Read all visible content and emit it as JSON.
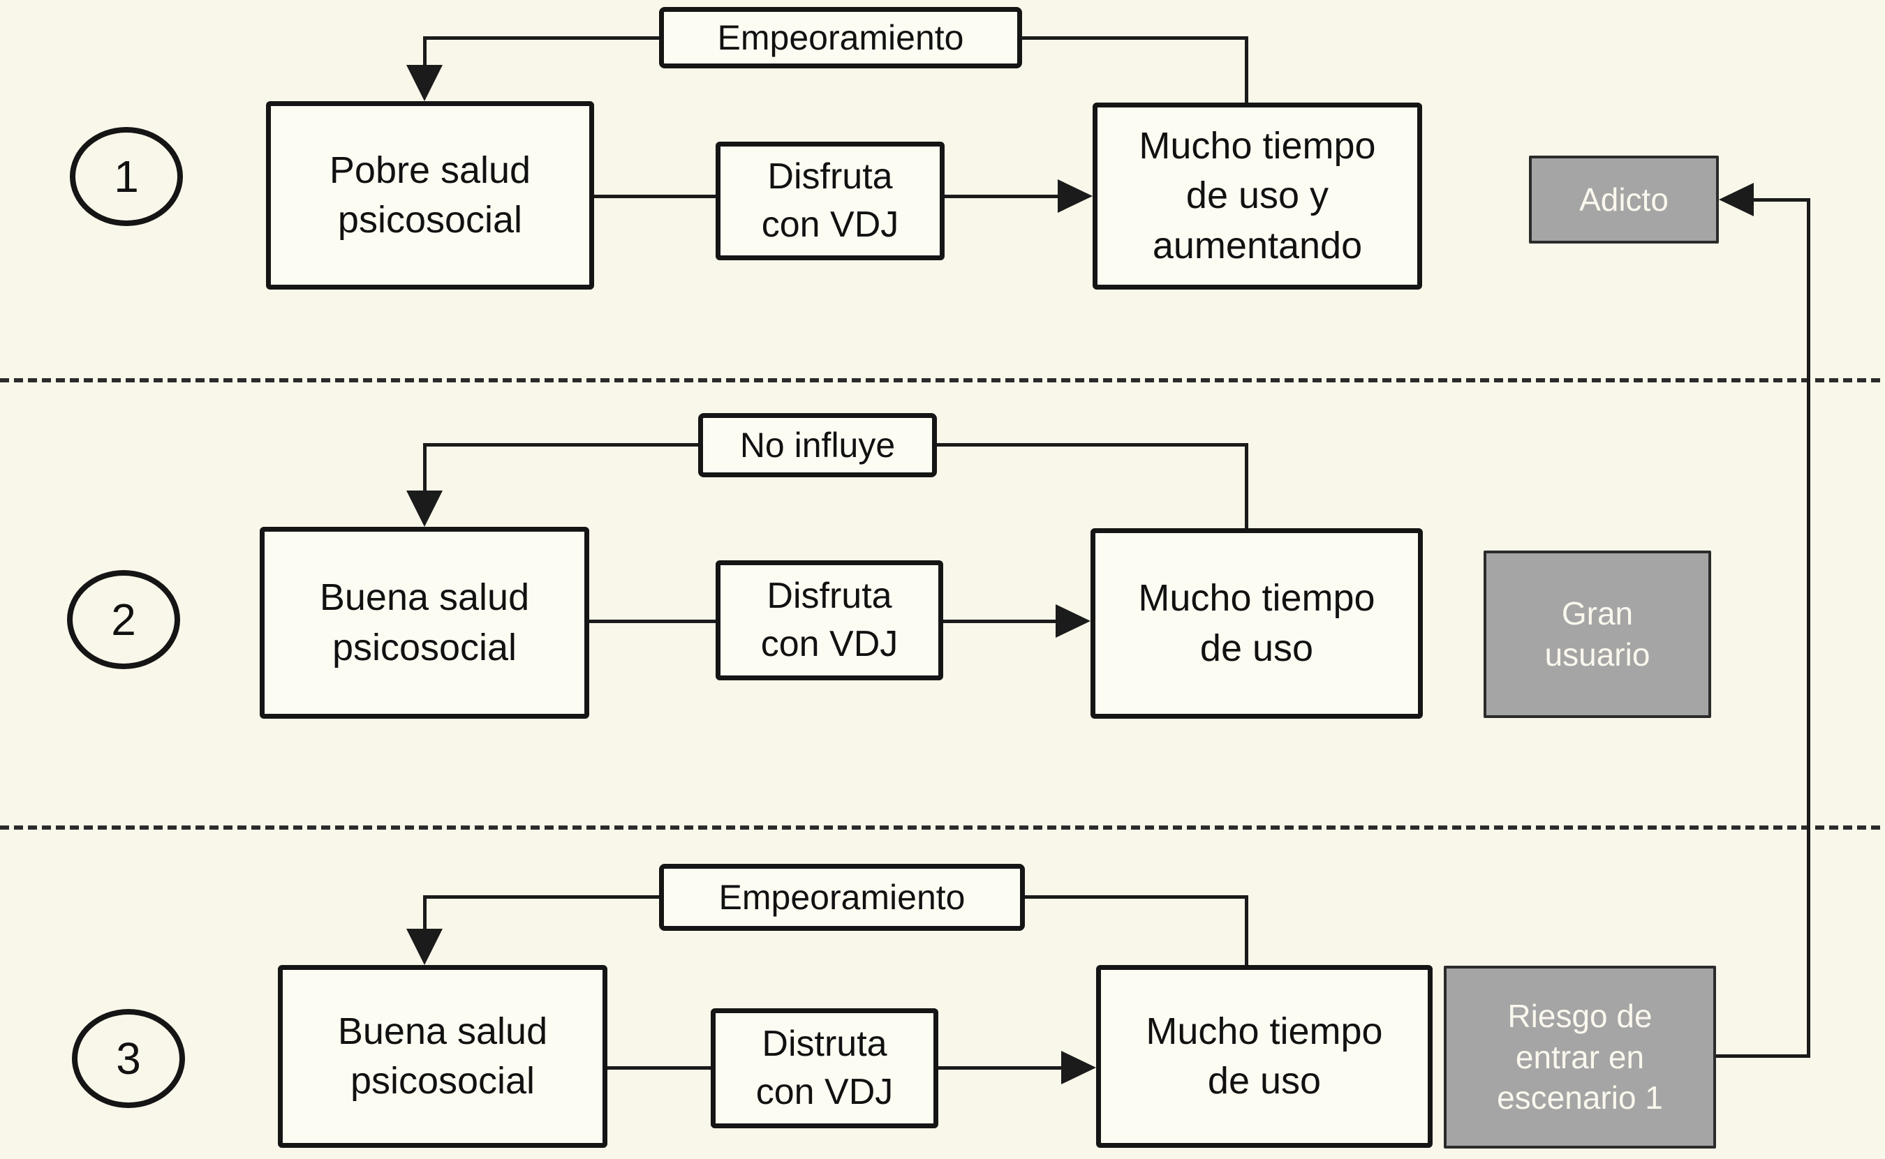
{
  "figure": {
    "description": "Flow diagram of three video-game use scenarios",
    "colors": {
      "background": "#F9F7EA",
      "box_fill": "#FDFCF3",
      "line": "#1B1B1B",
      "gray_fill": "#A5A5A5",
      "gray_text": "#FAF8EE"
    }
  },
  "scenarios": [
    {
      "number": "1",
      "source": "Pobre salud\npsicosocial",
      "mediator": "Disfruta\ncon VDJ",
      "outcome": "Mucho tiempo\nde uso y\naumentando",
      "feedback": "Empeoramiento",
      "result": "Adicto"
    },
    {
      "number": "2",
      "source": "Buena salud\npsicosocial",
      "mediator": "Disfruta\ncon VDJ",
      "outcome": "Mucho tiempo\nde uso",
      "feedback": "No influye",
      "result": "Gran\nusuario"
    },
    {
      "number": "3",
      "source": "Buena salud\npsicosocial",
      "mediator": "Distruta\ncon VDJ",
      "outcome": "Mucho tiempo\nde uso",
      "feedback": "Empeoramiento",
      "result": "Riesgo de\nentrar en\nescenario 1"
    }
  ]
}
